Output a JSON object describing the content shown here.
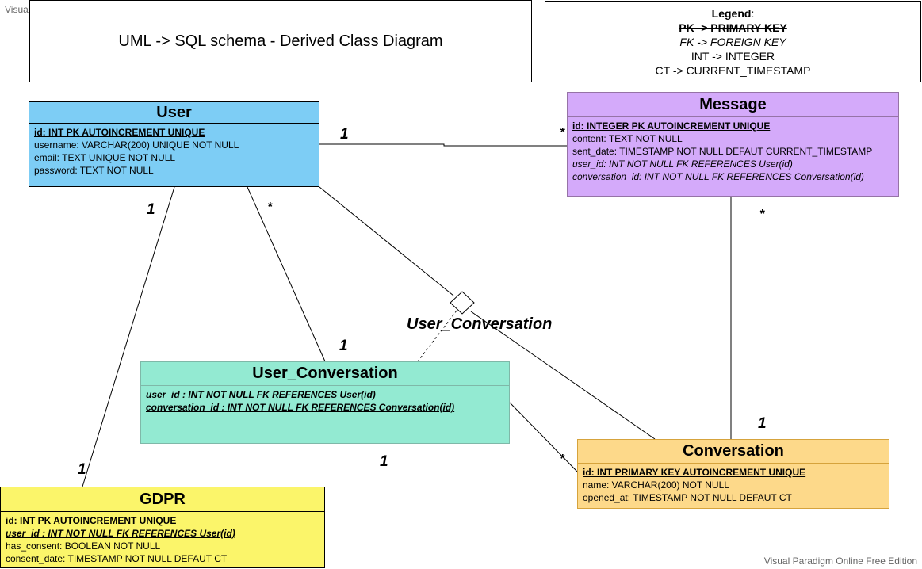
{
  "watermark_top": "Visual Paradigm Online Free Edition",
  "watermark_bottom": "Visual Paradigm Online Free Edition",
  "diagram_title": "UML -> SQL schema - Derived Class Diagram",
  "legend": {
    "heading": "Legend",
    "heading_suffix": ":",
    "pk": "PK -> PRIMARY KEY",
    "fk": "FK -> FOREIGN KEY",
    "int": "INT -> INTEGER",
    "ct": "CT -> CURRENT_TIMESTAMP"
  },
  "classes": {
    "user": {
      "name": "User",
      "color": "#7dcdf5",
      "attributes": [
        "id: INT PK AUTOINCREMENT UNIQUE",
        "username: VARCHAR(200) UNIQUE NOT NULL",
        "email: TEXT UNIQUE NOT NULL",
        "password: TEXT NOT NULL"
      ]
    },
    "message": {
      "name": "Message",
      "color": "#d4aafa",
      "attributes": [
        "id: INTEGER  PK AUTOINCREMENT UNIQUE",
        "content: TEXT NOT NULL",
        "sent_date: TIMESTAMP NOT NULL DEFAUT CURRENT_TIMESTAMP",
        "user_id: INT NOT NULL FK REFERENCES User(id)",
        "conversation_id: INT NOT NULL FK REFERENCES Conversation(id)"
      ]
    },
    "user_conversation": {
      "name": "User_Conversation",
      "color": "#93ead2",
      "attributes": [
        "user_id :  INT NOT NULL FK REFERENCES User(id)",
        "conversation_id : INT NOT NULL FK REFERENCES Conversation(id)"
      ]
    },
    "conversation": {
      "name": "Conversation",
      "color": "#fdd98a",
      "attributes": [
        "id: INT PRIMARY KEY AUTOINCREMENT UNIQUE",
        "name: VARCHAR(200) NOT NULL",
        "opened_at: TIMESTAMP NOT NULL DEFAUT CT"
      ]
    },
    "gdpr": {
      "name": "GDPR",
      "color": "#fbf56a",
      "attributes": [
        "id: INT PK AUTOINCREMENT UNIQUE",
        "user_id :  INT NOT NULL FK REFERENCES User(id)",
        "has_consent: BOOLEAN NOT NULL",
        "consent_date: TIMESTAMP NOT NULL DEFAUT CT"
      ]
    }
  },
  "association_class_label": "User_Conversation",
  "multiplicities": {
    "user_message_user": "1",
    "user_message_message": "*",
    "user_gdpr_user": "1",
    "user_gdpr_gdpr": "1",
    "user_uc_user": "*",
    "user_uc_uc": "1",
    "uc_conv_uc": "1",
    "uc_conv_conv": "*",
    "message_conv_message": "*",
    "message_conv_conv": "1"
  }
}
